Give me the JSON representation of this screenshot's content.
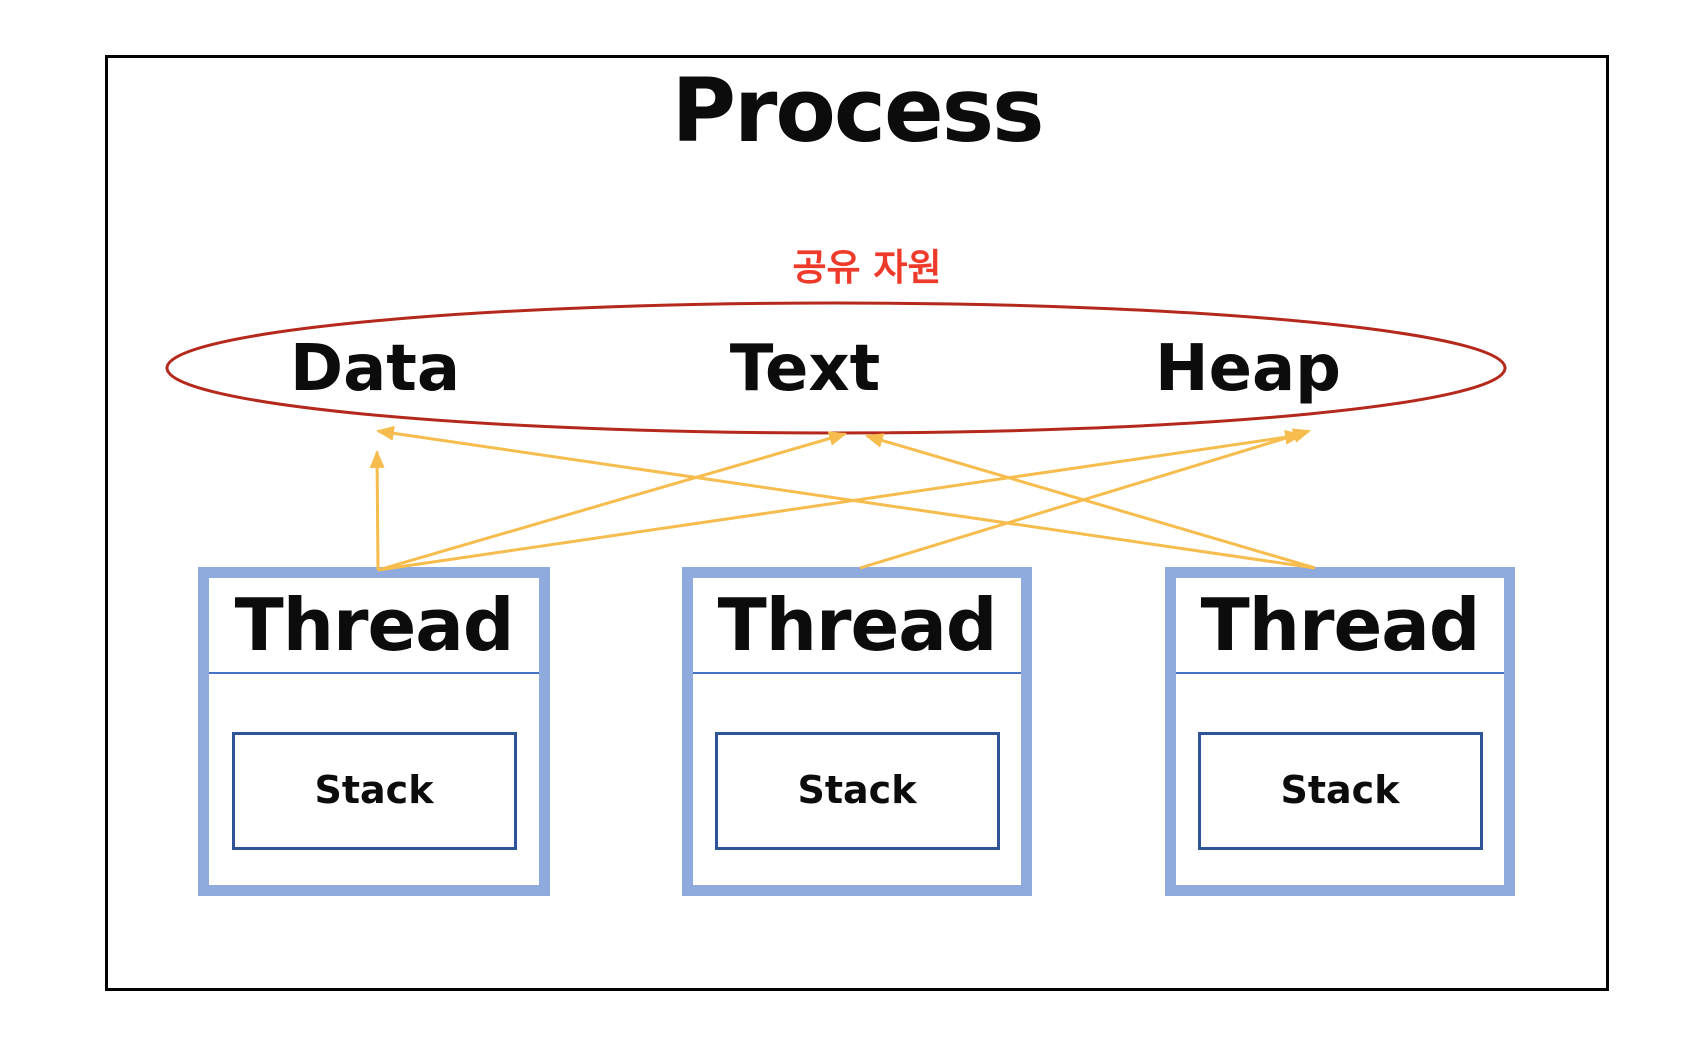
{
  "title": "Process",
  "shared_resources": {
    "label": "공유 자원",
    "items": [
      "Data",
      "Text",
      "Heap"
    ]
  },
  "threads": [
    {
      "title": "Thread",
      "stack_label": "Stack"
    },
    {
      "title": "Thread",
      "stack_label": "Stack"
    },
    {
      "title": "Thread",
      "stack_label": "Stack"
    }
  ],
  "colors": {
    "shared_label_red": "#ee3a2b",
    "ellipse_red": "#b5291c",
    "arrow_gold": "#f6bc4d",
    "thread_border_blue": "#8faadc",
    "divider_blue": "#4472c4",
    "stack_border_navy": "#2f5597",
    "outer_border": "#000000",
    "text_black": "#0c0c0c"
  },
  "arrows": [
    {
      "from": "thread-1",
      "to": "Data",
      "points": [
        378,
        570,
        377,
        452
      ]
    },
    {
      "from": "thread-1",
      "to": "Text",
      "points": [
        378,
        570,
        845,
        434
      ]
    },
    {
      "from": "thread-1",
      "to": "Heap",
      "points": [
        378,
        570,
        1301,
        435
      ]
    },
    {
      "from": "thread-2",
      "to": "Heap",
      "points": [
        860,
        568,
        1309,
        431
      ]
    },
    {
      "from": "thread-3",
      "to": "Data",
      "points": [
        1315,
        568,
        378,
        431
      ]
    },
    {
      "from": "thread-3",
      "to": "Text",
      "points": [
        1315,
        568,
        867,
        436
      ]
    }
  ]
}
